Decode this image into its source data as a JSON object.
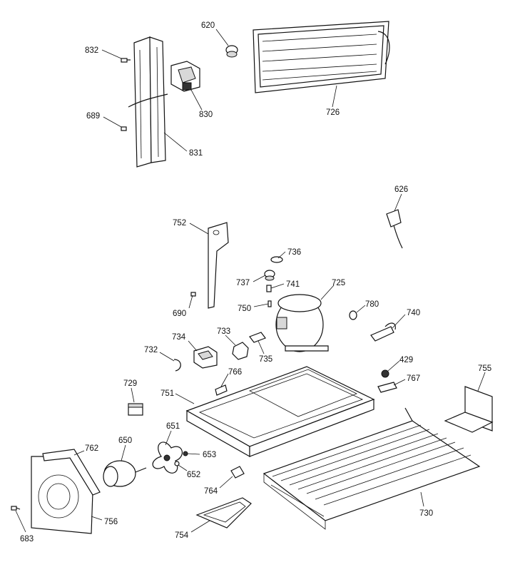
{
  "labels": {
    "l832": "832",
    "l620": "620",
    "l689": "689",
    "l830": "830",
    "l831": "831",
    "l726": "726",
    "l626": "626",
    "l752": "752",
    "l736": "736",
    "l737": "737",
    "l741": "741",
    "l725": "725",
    "l690": "690",
    "l750": "750",
    "l780": "780",
    "l740": "740",
    "l733": "733",
    "l734": "734",
    "l732": "732",
    "l735": "735",
    "l766": "766",
    "l429": "429",
    "l767": "767",
    "l755": "755",
    "l729": "729",
    "l751": "751",
    "l651": "651",
    "l650": "650",
    "l762": "762",
    "l653": "653",
    "l652": "652",
    "l764": "764",
    "l730": "730",
    "l756": "756",
    "l754": "754",
    "l683": "683"
  }
}
